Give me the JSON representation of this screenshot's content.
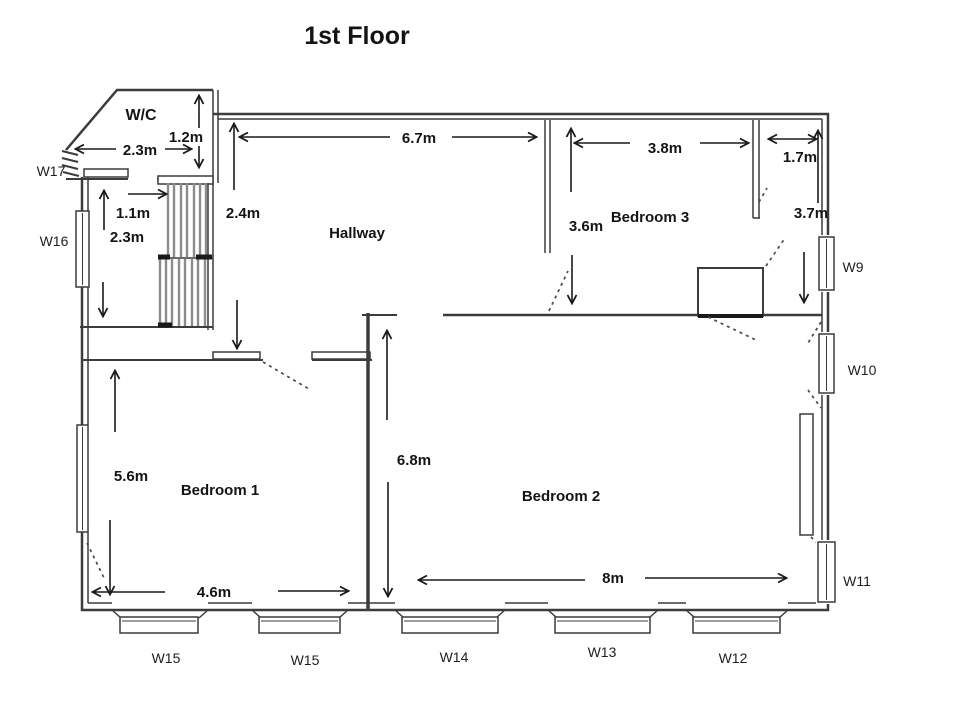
{
  "title": "1st Floor",
  "rooms": {
    "wc": "W/C",
    "hallway": "Hallway",
    "bedroom1": "Bedroom 1",
    "bedroom2": "Bedroom 2",
    "bedroom3": "Bedroom 3"
  },
  "dimensions": {
    "wc_width": "2.3m",
    "wc_depth": "1.2m",
    "stair_hall_width": "1.1m",
    "stair_hall_depth": "2.3m",
    "hallway_depth": "2.4m",
    "hallway_length": "6.7m",
    "bedroom3_depth": "3.6m",
    "bedroom3_width": "3.8m",
    "bedroom3_gap": "1.7m",
    "bedroom3_right_depth": "3.7m",
    "bedroom1_depth": "5.6m",
    "bedroom1_width": "4.6m",
    "bedroom2_depth": "6.8m",
    "bedroom2_width": "8m"
  },
  "windows": {
    "w9": "W9",
    "w10": "W10",
    "w11": "W11",
    "w12": "W12",
    "w13": "W13",
    "w14": "W14",
    "w15_left": "W15",
    "w15_right": "W15",
    "w16": "W16",
    "w17": "W17"
  },
  "colors": {
    "wall": "#3c3c3c",
    "dimension": "#1a1a1a",
    "stair_stripe": "#8c8c8c",
    "text": "#141414",
    "background": "#ffffff"
  }
}
